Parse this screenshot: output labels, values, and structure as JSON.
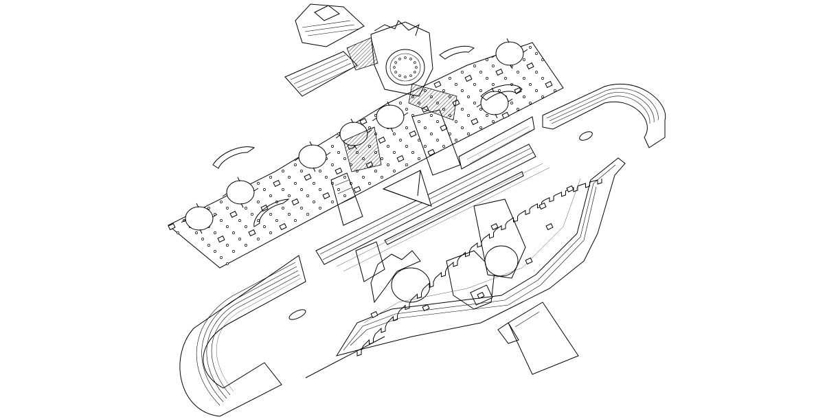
{
  "drawing": {
    "kind": "architectural-site-plan",
    "view": "axonometric",
    "line_color": "#000000",
    "background": "#ffffff",
    "labels": []
  },
  "elements": [
    "north-circus-track",
    "south-circus-track",
    "central-spina",
    "peristyle-complex",
    "domed-rotunda",
    "exedra-courts",
    "pyramid",
    "stepped-terraces",
    "south-crescent-arcade",
    "entry-ramp"
  ]
}
